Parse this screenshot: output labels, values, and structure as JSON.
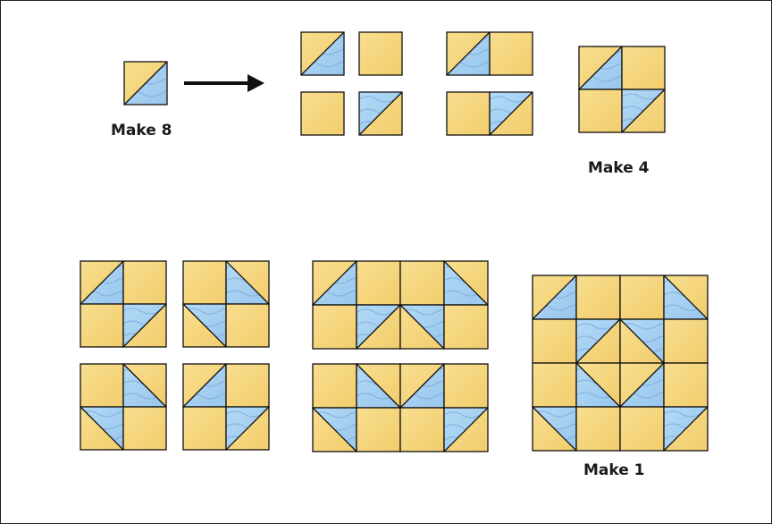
{
  "labels": {
    "make_8": "Make 8",
    "make_4": "Make 4",
    "make_1": "Make 1"
  },
  "colors": {
    "light_fabric": "#f6d783",
    "light_fabric_shade": "#efc866",
    "blue_fabric": "#a9d3f4",
    "blue_fabric_shade": "#8cbde6",
    "outline": "#111111",
    "arrow": "#111111"
  },
  "icons": {
    "arrow": "arrow-right-icon"
  }
}
